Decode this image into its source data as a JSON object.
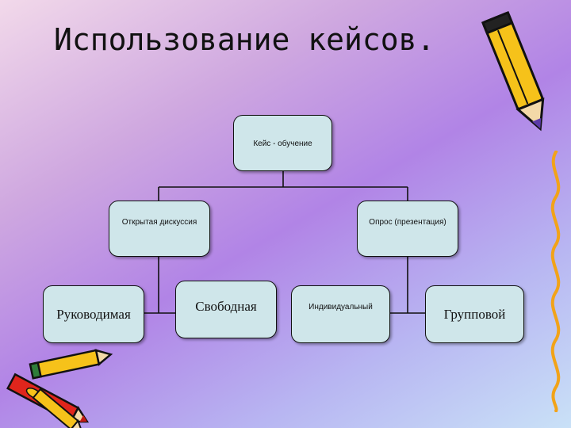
{
  "title": "Использование кейсов.",
  "diagram": {
    "root": "Кейс - обучение",
    "level2": [
      "Открытая дискуссия",
      "Опрос (презентация)"
    ],
    "level3": [
      "Руководимая",
      "Свободная",
      "Индивидуальный",
      "Групповой"
    ]
  },
  "colors": {
    "node_fill": "#cfe6ea",
    "node_border": "#111111",
    "pencil_yellow": "#f6c21a",
    "pencil_red": "#e0251c",
    "pencil_green": "#2f7d3a"
  },
  "icons": [
    "pencil-icon",
    "pencils-icon",
    "swirl-decoration"
  ]
}
